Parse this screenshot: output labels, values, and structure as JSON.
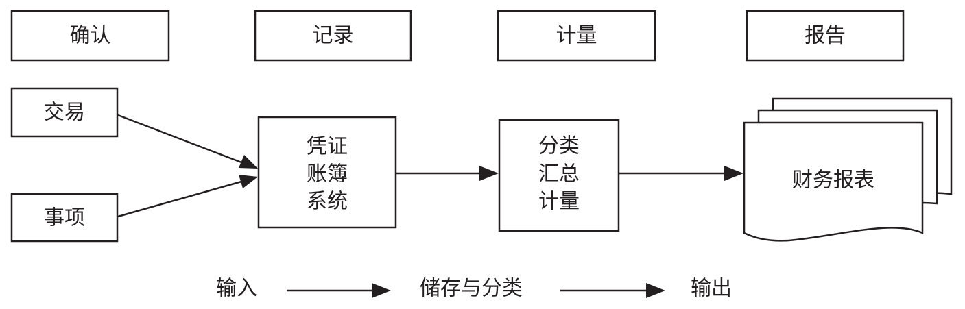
{
  "stages": {
    "recognize": "确认",
    "record": "记录",
    "measure": "计量",
    "report": "报告"
  },
  "inputs": {
    "transactions": "交易",
    "events": "事项"
  },
  "voucher_box": {
    "lines": [
      "凭证",
      "账簿",
      "系统"
    ]
  },
  "classify_box": {
    "lines": [
      "分类",
      "汇总",
      "计量"
    ]
  },
  "reports_doc": {
    "label": "财务报表"
  },
  "flow": {
    "input": "输入",
    "storage": "储存与分类",
    "output": "输出"
  }
}
